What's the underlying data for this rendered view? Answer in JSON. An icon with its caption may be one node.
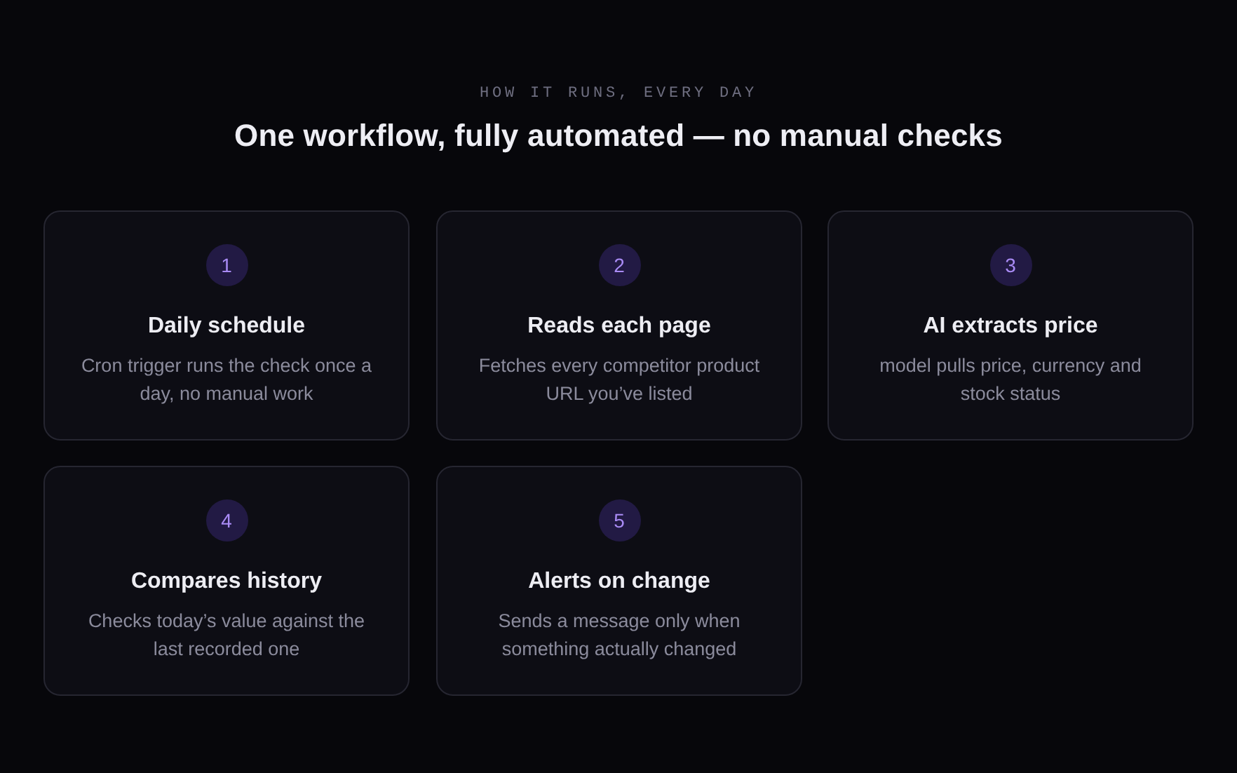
{
  "diagram": {
    "title": "One workflow, fully automated — no manual checks",
    "nodes": [
      {
        "text": [
          "Daily schedule",
          "Cron trigger runs the check once a day, no manual work"
        ]
      },
      {
        "text": [
          "1"
        ],
        "in": 0
      },
      {
        "text": [
          "Reads each page",
          "Fetches every competitor product URL you’ve listed"
        ]
      },
      {
        "text": [
          "2"
        ],
        "in": 2
      },
      {
        "text": [
          "AI extracts price",
          "model pulls price, currency and stock status"
        ]
      },
      {
        "text": [
          "3"
        ],
        "in": 4
      },
      {
        "text": [
          "Compares history",
          "Checks today’s value against the last recorded one"
        ]
      },
      {
        "text": [
          "4"
        ],
        "in": 6
      },
      {
        "text": [
          "Alerts on change",
          "Sends a message only when something actually changed"
        ]
      },
      {
        "text": [
          "5"
        ],
        "in": 8
      }
    ],
    "labels": [
      "HOW IT RUNS, EVERY DAY"
    ]
  }
}
